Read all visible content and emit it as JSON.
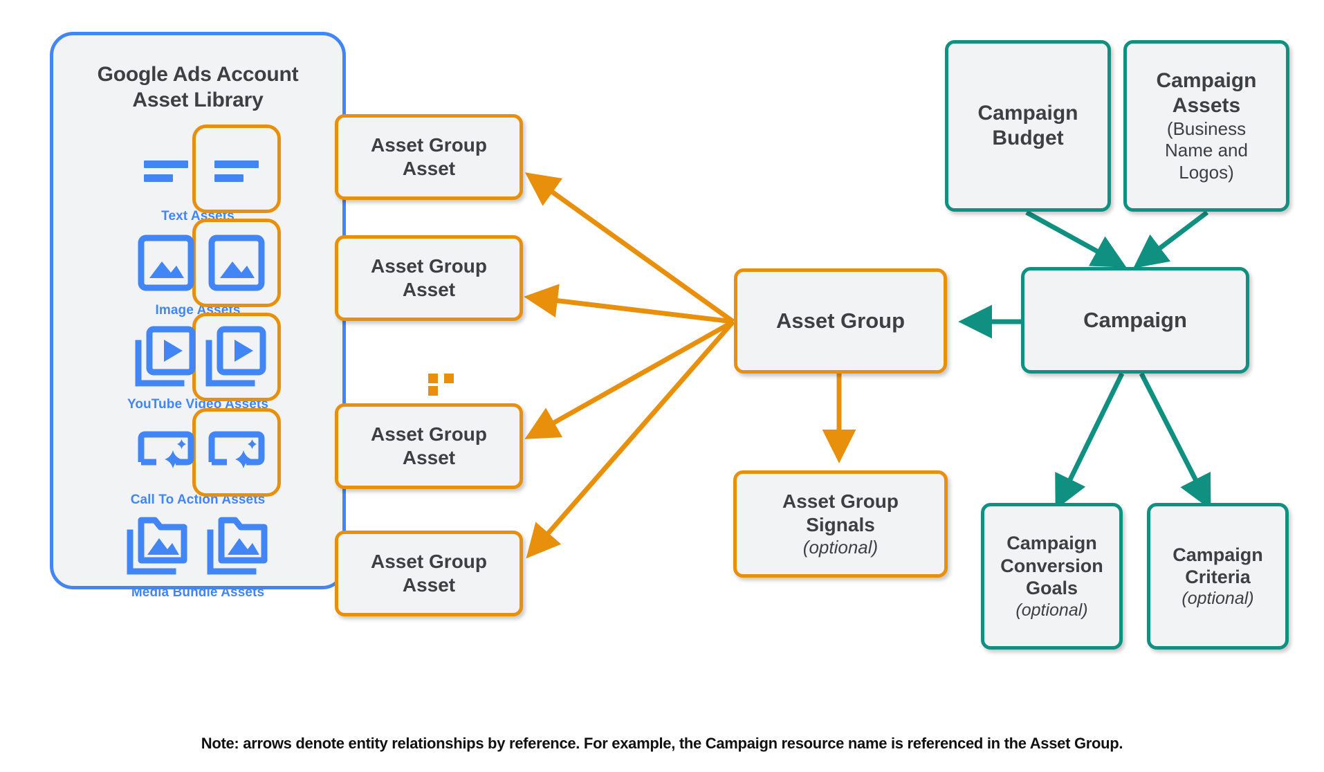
{
  "library": {
    "title_line1": "Google Ads Account",
    "title_line2": "Asset Library",
    "assets": [
      {
        "label": "Text Assets",
        "icon": "text-asset-icon"
      },
      {
        "label": "Image Assets",
        "icon": "image-asset-icon"
      },
      {
        "label": "YouTube Video  Assets",
        "icon": "video-asset-icon"
      },
      {
        "label": "Call To Action Assets",
        "icon": "call-to-action-asset-icon"
      },
      {
        "label": "Media Bundle  Assets",
        "icon": "media-bundle-asset-icon"
      }
    ]
  },
  "asset_group_assets": [
    {
      "line1": "Asset Group",
      "line2": "Asset"
    },
    {
      "line1": "Asset Group",
      "line2": "Asset"
    },
    {
      "line1": "Asset Group",
      "line2": "Asset"
    },
    {
      "line1": "Asset Group",
      "line2": "Asset"
    }
  ],
  "ellipsis": "...",
  "asset_group": {
    "label": "Asset Group"
  },
  "asset_group_signals": {
    "line1": "Asset Group",
    "line2": "Signals",
    "optional": "(optional)"
  },
  "campaign_budget": {
    "line1": "Campaign",
    "line2": "Budget"
  },
  "campaign_assets": {
    "line1": "Campaign",
    "line2": "Assets",
    "line3": "(Business",
    "line4": "Name and",
    "line5": "Logos)"
  },
  "campaign": {
    "label": "Campaign"
  },
  "campaign_conversion_goals": {
    "line1": "Campaign",
    "line2": "Conversion",
    "line3": "Goals",
    "optional": "(optional)"
  },
  "campaign_criteria": {
    "line1": "Campaign",
    "line2": "Criteria",
    "optional": "(optional)"
  },
  "footnote": "Note: arrows denote entity relationships by reference. For example, the Campaign resource name is referenced in the Asset Group.",
  "colors": {
    "orange": "#e8900c",
    "teal": "#0f9080",
    "blue": "#4285f4",
    "box_fill": "#f1f3f4",
    "text": "#3c4043"
  }
}
